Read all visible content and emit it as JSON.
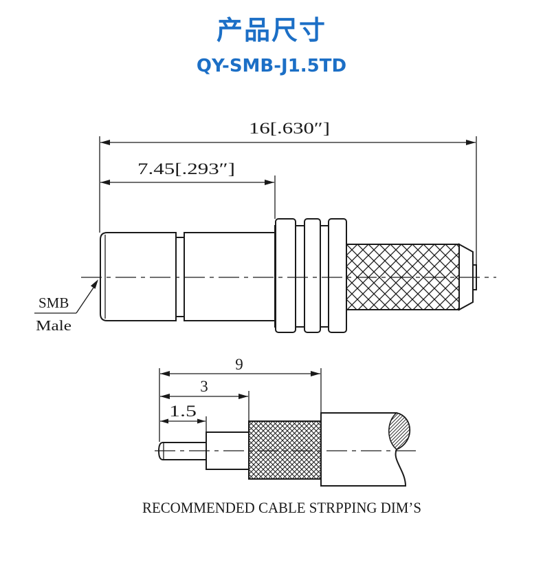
{
  "header": {
    "title": "产品尺寸",
    "model": "QY-SMB-J1.5TD"
  },
  "connector_drawing": {
    "overall_length": "16[.630″]",
    "front_length": "7.45[.293″]",
    "interface_label": "SMB",
    "interface_gender": "Male"
  },
  "stripping_drawing": {
    "dims": {
      "total": "9",
      "braid": "3",
      "pin": "1.5"
    },
    "caption": "RECOMMENDED CABLE STRPPING DIM’S"
  },
  "colors": {
    "title": "#1c6fc6",
    "line": "#1a1a1a",
    "background": "#ffffff"
  }
}
